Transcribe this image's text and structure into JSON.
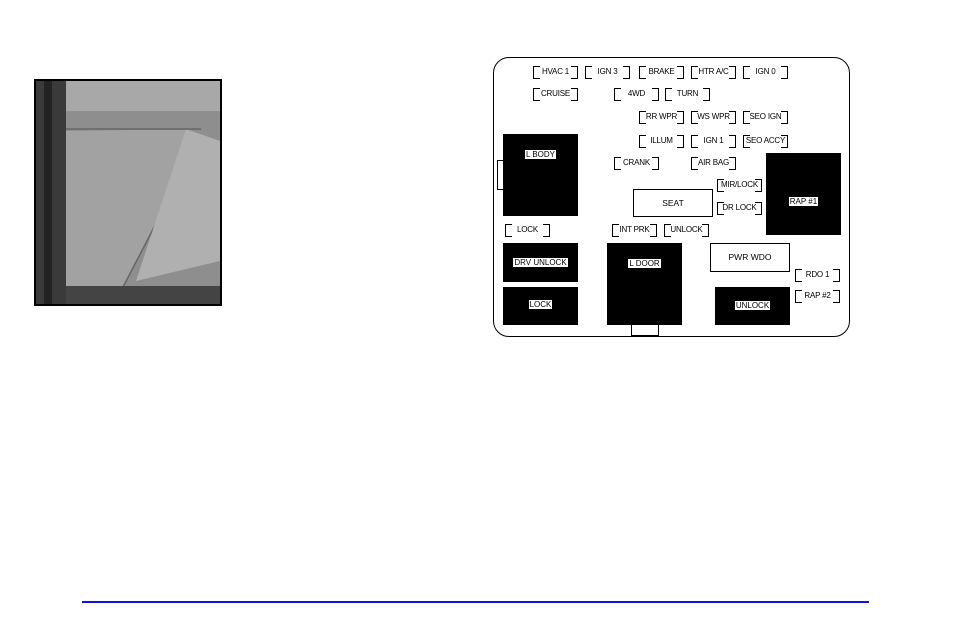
{
  "photo": {
    "description_icon": "fuse-panel-cover-photo"
  },
  "fuse_panel": {
    "small_fuses": [
      "HVAC 1",
      "IGN 3",
      "BRAKE",
      "HTR A/C",
      "IGN 0",
      "CRUISE",
      "4WD",
      "TURN",
      "RR WPR",
      "WS WPR",
      "SEO IGN",
      "ILLUM",
      "IGN 1",
      "SEO ACCY",
      "CRANK",
      "AIR BAG",
      "MIR/LOCK",
      "DR LOCK",
      "LOCK",
      "INT PRK",
      "UNLOCK",
      "RDO 1",
      "RAP #2"
    ],
    "relays": [
      "L BODY",
      "RAP #1",
      "DRV UNLOCK",
      "LOCK",
      "L DOOR",
      "UNLOCK"
    ],
    "circuit_breakers": [
      "SEAT",
      "PWR WDO"
    ]
  },
  "colors": {
    "rule": "#1010e8"
  }
}
